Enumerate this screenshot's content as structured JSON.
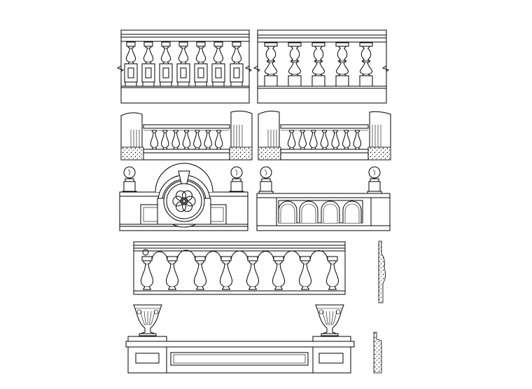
{
  "drawing": {
    "kind": "balustrade elevations",
    "line_color": "#000000",
    "background": "#ffffff",
    "panels": [
      {
        "id": "panel-1",
        "balusters": 7,
        "style": "vase-with-plinth-box"
      },
      {
        "id": "panel-2",
        "balusters": 5,
        "style": "double-vase"
      },
      {
        "id": "panel-3",
        "balusters": 7,
        "style": "short-vase-between-piers"
      },
      {
        "id": "panel-4",
        "balusters": 7,
        "style": "short-vase-between-piers"
      },
      {
        "id": "panel-5",
        "balusters": 0,
        "style": "circular-medallion-rosette"
      },
      {
        "id": "panel-6",
        "balusters": 0,
        "style": "three-arch-openings"
      },
      {
        "id": "panel-7",
        "balusters": 8,
        "style": "arcade-vase"
      },
      {
        "id": "panel-8",
        "balusters": 0,
        "style": "urn-pedestals-recessed-panel"
      }
    ],
    "sections": [
      {
        "id": "section-profile-1"
      },
      {
        "id": "section-profile-2"
      }
    ]
  }
}
